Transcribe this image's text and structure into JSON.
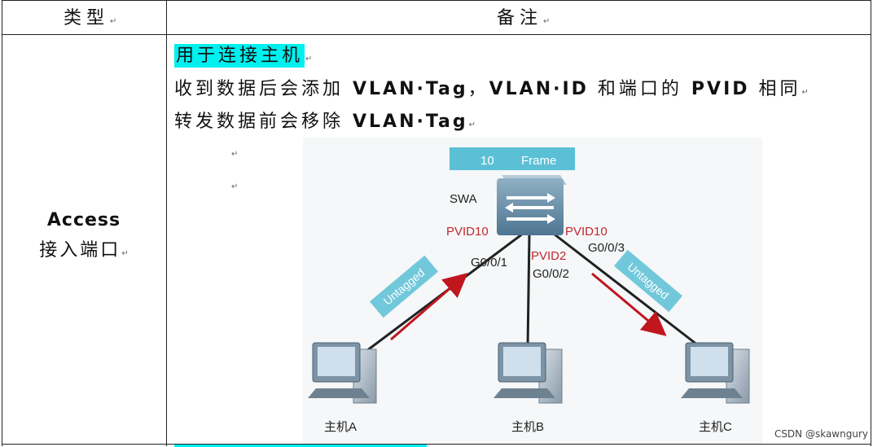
{
  "table": {
    "header_type": "类型",
    "header_note": "备注",
    "para_mark": "↵"
  },
  "row": {
    "type_en": "Access",
    "type_zh": "接入端口",
    "line1": "用于连接主机",
    "line2_pre": "收到数据后会添加 ",
    "line2_bold1": "VLAN·Tag",
    "line2_mid": "，",
    "line2_bold2": "VLAN·ID",
    "line2_mid2": " 和端口的 ",
    "line2_bold3": "PVID",
    "line2_post": " 相同",
    "line3_pre": "转发数据前会移除 ",
    "line3_bold": "VLAN·Tag"
  },
  "diagram": {
    "frame_vlan": "10",
    "frame_label": "Frame",
    "switch_label": "SWA",
    "port1_pvid": "PVID10",
    "port1_name": "G0/0/1",
    "port2_pvid": "PVID2",
    "port2_name": "G0/0/2",
    "port3_pvid": "PVID10",
    "port3_name": "G0/0/3",
    "left_tag": "Untagged",
    "right_tag": "Untagged",
    "host_a": "主机A",
    "host_b": "主机B",
    "host_c": "主机C",
    "colors": {
      "accent_cyan": "#00f0f0",
      "tag_blue": "#5bc0d6",
      "pvid_red": "#c0292f",
      "arrow_red": "#c0161e"
    }
  },
  "watermark": "CSDN @skawngury"
}
